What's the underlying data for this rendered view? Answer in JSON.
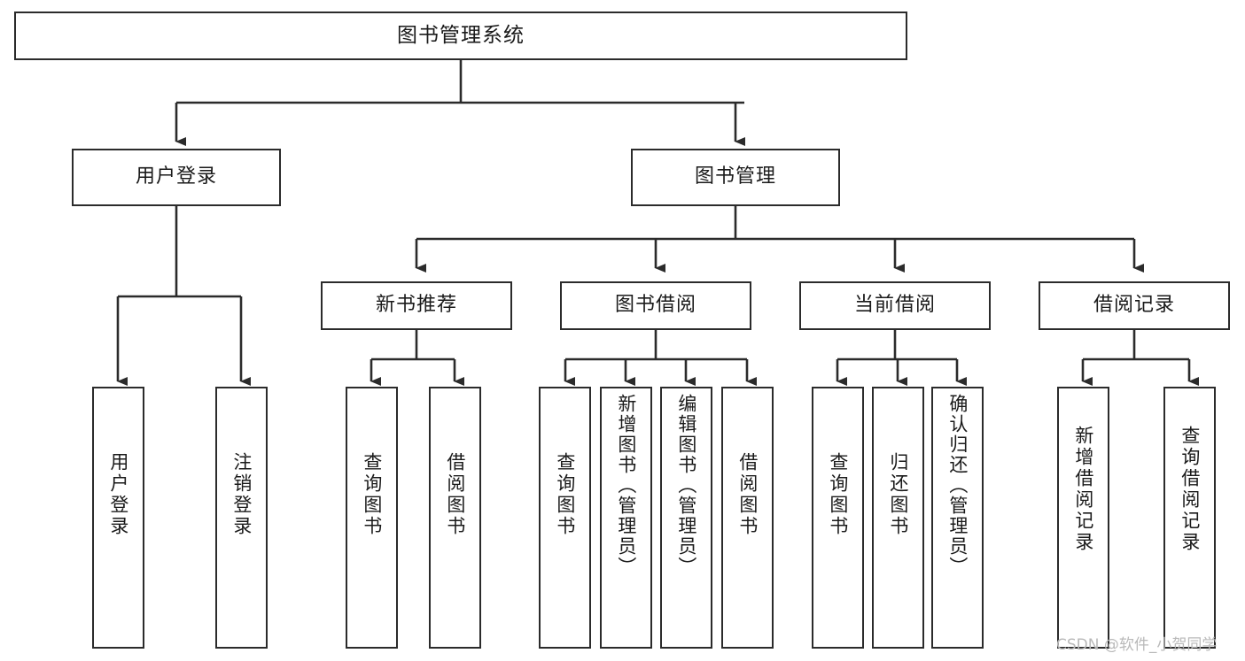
{
  "diagram": {
    "title": "图书管理系统",
    "type": "function-structure-tree",
    "orientation": "top-down",
    "edge_style": "orthogonal-arrow",
    "colors": {
      "box_border": "#2b2b2b",
      "box_fill": "#ffffff",
      "edge": "#2b2b2b",
      "text": "#1a1a1a",
      "watermark": "#b9b9b9",
      "background": "#ffffff"
    }
  },
  "root": {
    "label": "图书管理系统"
  },
  "level1": [
    {
      "label": "用户登录"
    },
    {
      "label": "图书管理"
    }
  ],
  "level2": [
    {
      "label": "新书推荐"
    },
    {
      "label": "图书借阅"
    },
    {
      "label": "当前借阅"
    },
    {
      "label": "借阅记录"
    }
  ],
  "leaves": {
    "user_login": [
      {
        "label": "用户登录"
      },
      {
        "label": "注销登录"
      }
    ],
    "new_book_recommend": [
      {
        "label": "查询图书"
      },
      {
        "label": "借阅图书"
      }
    ],
    "book_borrow": [
      {
        "label": "查询图书"
      },
      {
        "label": "新增图书（管理员）"
      },
      {
        "label": "编辑图书（管理员）"
      },
      {
        "label": "借阅图书"
      }
    ],
    "current_borrow": [
      {
        "label": "查询图书"
      },
      {
        "label": "归还图书"
      },
      {
        "label": "确认归还（管理员）"
      }
    ],
    "borrow_record": [
      {
        "label": "新增借阅记录"
      },
      {
        "label": "查询借阅记录"
      }
    ]
  },
  "watermark": {
    "text": "CSDN @软件_小贺同学"
  }
}
